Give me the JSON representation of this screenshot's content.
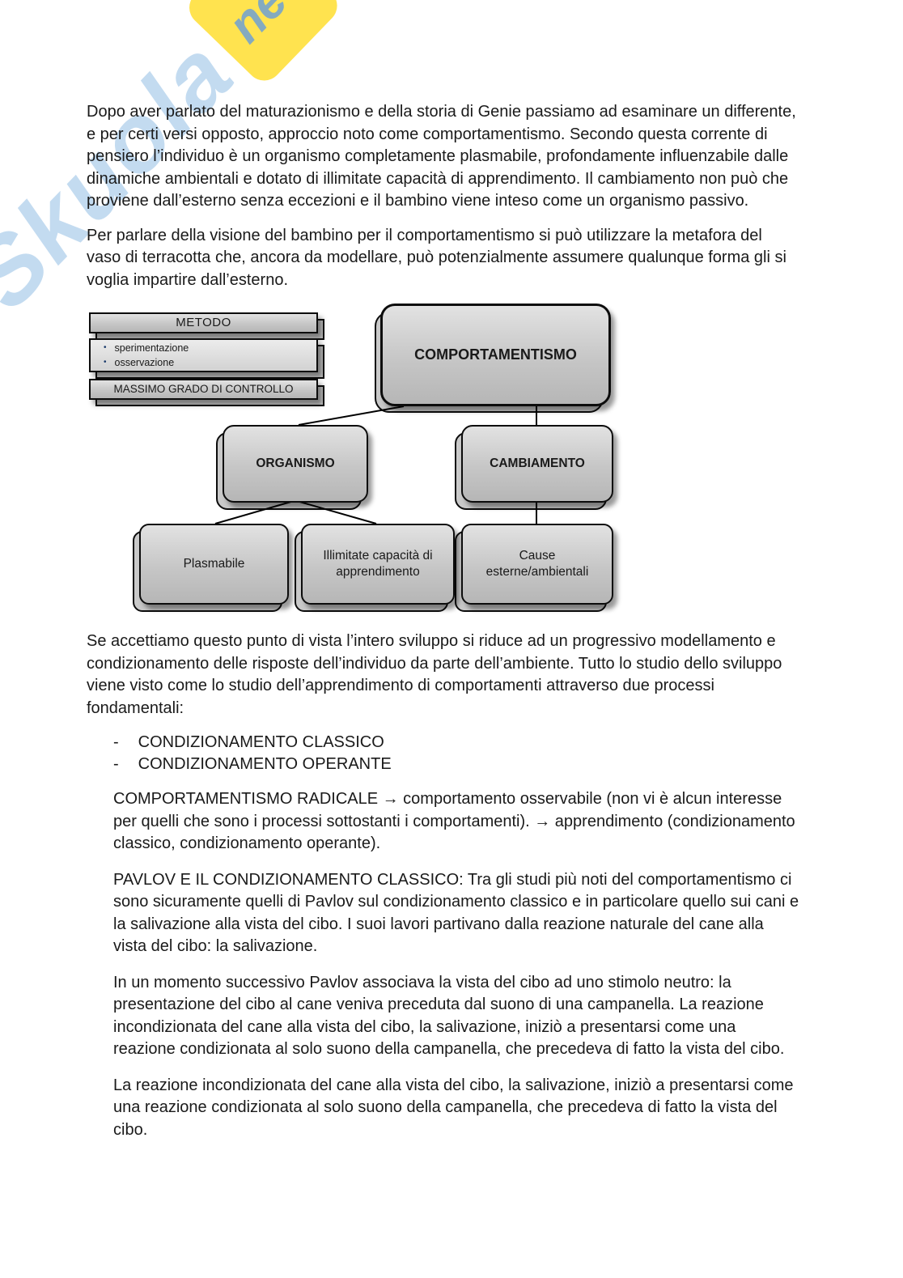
{
  "watermark": {
    "brand": "Skuola",
    "badge": "net"
  },
  "doc": {
    "p1": "Dopo aver parlato del maturazionismo e della storia di Genie passiamo ad esaminare un differente, e per certi versi opposto, approccio noto come comportamentismo. Secondo questa corrente di pensiero l’individuo è un organismo completamente plasmabile, profondamente influenzabile dalle dinamiche ambientali e dotato di illimitate capacità di apprendimento. Il cambiamento non può che proviene dall’esterno senza eccezioni e il bambino viene inteso come un organismo passivo.",
    "p2": "Per parlare della visione del bambino per il comportamentismo si può utilizzare la metafora del vaso di terracotta che, ancora da modellare, può potenzialmente assumere qualunque forma gli si voglia impartire dall’esterno.",
    "p3": "Se accettiamo questo punto di vista l’intero sviluppo si riduce ad un progressivo modellamento e condizionamento delle risposte dell’individuo da parte dell’ambiente. Tutto lo studio dello sviluppo viene visto come lo studio dell’apprendimento di comportamenti attraverso due processi fondamentali:",
    "list_marker": "-",
    "list": [
      "CONDIZIONAMENTO CLASSICO",
      "CONDIZIONAMENTO OPERANTE"
    ],
    "p4": "COMPORTAMENTISMO RADICALE → comportamento osservabile (non vi è alcun interesse per quelli che sono i processi sottostanti i comportamenti). → apprendimento (condizionamento classico, condizionamento operante).",
    "p5": "PAVLOV E IL CONDIZIONAMENTO CLASSICO: Tra gli studi più noti del comportamentismo ci sono sicuramente quelli di Pavlov sul condizionamento classico e in particolare quello sui cani e la salivazione alla vista del cibo. I suoi lavori partivano dalla reazione naturale del cane alla vista del cibo: la salivazione.",
    "p6": "In un momento successivo Pavlov associava la vista del cibo ad uno stimolo neutro: la presentazione del cibo al cane veniva preceduta dal suono di una campanella. La reazione incondizionata del cane alla vista del cibo, la salivazione, iniziò a presentarsi come una reazione condizionata al solo suono della campanella, che precedeva di fatto la vista del cibo.",
    "p7": "La reazione incondizionata del cane alla vista del cibo, la salivazione, iniziò a presentarsi come una reazione condizionata al solo suono della campanella, che precedeva di fatto la vista del cibo."
  },
  "diagram": {
    "metodo": "METODO",
    "bullet": "•",
    "items": [
      "sperimentazione",
      "osservazione"
    ],
    "controllo": "MASSIMO GRADO DI CONTROLLO",
    "root": "COMPORTAMENTISMO",
    "organismo": "ORGANISMO",
    "cambiamento": "CAMBIAMENTO",
    "plasmabile": "Plasmabile",
    "illimitate": "Illimitate capacità di apprendimento",
    "cause": "Cause esterne/ambientali"
  }
}
